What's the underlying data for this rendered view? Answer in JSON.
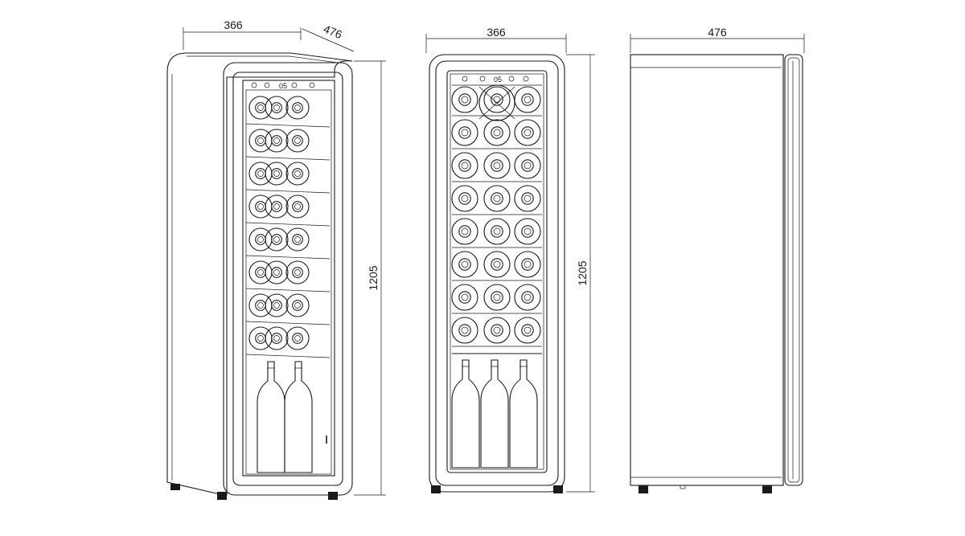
{
  "dimensions": {
    "iso_width": "366",
    "iso_depth": "476",
    "iso_height": "1205",
    "front_width": "366",
    "front_height": "1205",
    "side_depth": "476"
  },
  "display": {
    "readout": "05"
  },
  "colors": {
    "line": "#1a1a1a",
    "background": "#ffffff"
  }
}
